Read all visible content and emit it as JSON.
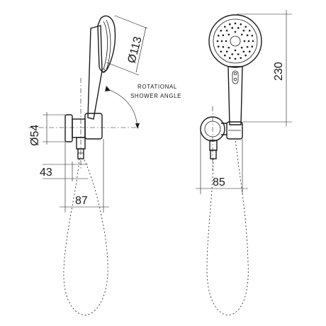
{
  "dimensions": {
    "head_diameter": "Ø113",
    "bracket_diameter": "Ø54",
    "outlet_offset": "43",
    "side_depth": "87",
    "height": "230",
    "front_width": "85"
  },
  "annotation": {
    "line1": "ROTATIONAL",
    "line2": "SHOWER ANGLE"
  },
  "colors": {
    "ink": "#1a1a1a",
    "paper": "#ffffff"
  }
}
